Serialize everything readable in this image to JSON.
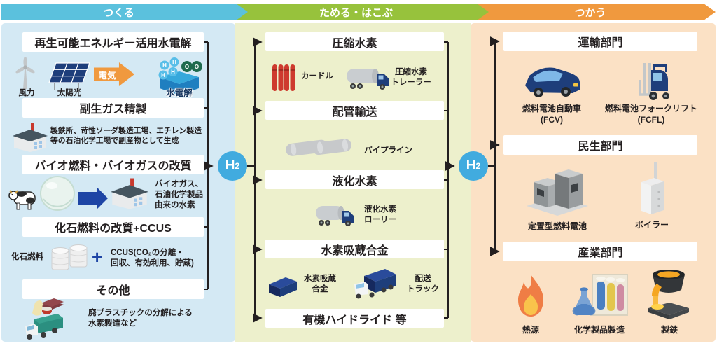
{
  "colors": {
    "header_make": "#5bc1dd",
    "header_store": "#97c23c",
    "header_use": "#f0993e",
    "panel_make": "#d4e9f4",
    "panel_store": "#edf0cc",
    "panel_use": "#fbe1c5",
    "h2_circle": "#41abdf",
    "connector_line": "#231f20"
  },
  "headers": {
    "make": "つくる",
    "store": "ためる・はこぶ",
    "use": "つかう"
  },
  "h2": {
    "symbol": "H",
    "sub": "2"
  },
  "icon_letters": {
    "h": "H",
    "o": "O"
  },
  "make": {
    "box_electrolysis": "再生可能エネルギー活用水電解",
    "wind": "風力",
    "solar": "太陽光",
    "electricity": "電気",
    "electrolysis": "水電解",
    "box_byproduct": "副生ガス精製",
    "byproduct_note": "製鉄所、苛性ソーダ製造工場、エチレン製造\n等の石油化学工場で副産物として生成",
    "box_bio": "バイオ燃料・バイオガスの改質",
    "bio_note": "バイオガス、\n石油化学製品\n由来の水素",
    "box_fossil": "化石燃料の改質+CCUS",
    "fossil_label": "化石燃料",
    "plus": "+",
    "ccus_note": "CCUS(CO₂の分離・\n回収、有効利用、貯蔵)",
    "box_other": "その他",
    "other_note": "廃プラスチックの分解による\n水素製造など"
  },
  "store": {
    "box_compressed": "圧縮水素",
    "cardle": "カードル",
    "trailer": "圧縮水素\nトレーラー",
    "box_pipe": "配管輸送",
    "pipeline": "パイプライン",
    "box_liquefied": "液化水素",
    "lorry": "液化水素\nローリー",
    "box_alloy": "水素吸蔵合金",
    "alloy": "水素吸蔵\n合金",
    "truck": "配送\nトラック",
    "box_organic": "有機ハイドライド 等"
  },
  "use": {
    "box_transport": "運輸部門",
    "fcv": "燃料電池自動車\n(FCV)",
    "fcfl": "燃料電池フォークリフト\n(FCFL)",
    "box_consumer": "民生部門",
    "fuelcell": "定置型燃料電池",
    "boiler": "ボイラー",
    "box_industry": "産業部門",
    "heat": "熱源",
    "chemical": "化学製品製造",
    "steel": "製鉄"
  }
}
